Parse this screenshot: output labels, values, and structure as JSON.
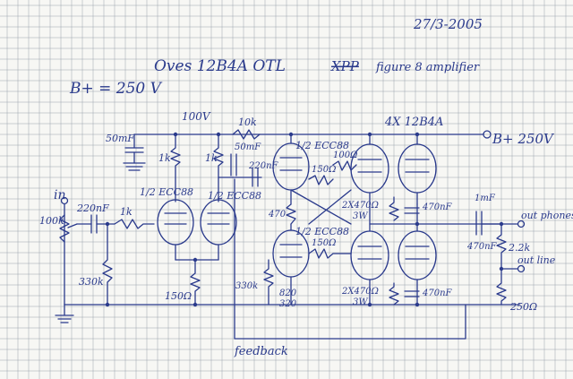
{
  "header": {
    "date": "27/3-2005",
    "title": "Oves 12B4A OTL",
    "struck_word": "XPP",
    "title_tail": "figure 8 amplifier",
    "supply_note": "B+ = 250 V"
  },
  "supply": {
    "rail_label": "B+ 250V",
    "tube_set": "4X 12B4A",
    "node_voltage": "100V"
  },
  "labels": {
    "input": "in",
    "feedback": "feedback",
    "out_phones": "out phones",
    "out_line": "out line",
    "tube_v1a": "1/2 ECC88",
    "tube_v1b": "1/2 ECC88",
    "tube_v2a": "1/2 ECC88",
    "tube_v2b": "1/2 ECC88"
  },
  "components": {
    "pot_in": "100k",
    "cap_in": "220nF",
    "r_grid_stop": "1k",
    "r_grid_leak": "330k",
    "r_cathode": "150Ω",
    "cap_supply": "50mF",
    "r_plate1": "1k",
    "r_plate2": "1k",
    "r_feed": "10k",
    "cap_decouple": "50mF",
    "cap_couple": "220nF",
    "r_pi_470": "470",
    "r_pi_150": "150Ω",
    "r_pi_100": "100Ω",
    "r_pi_b": "150Ω",
    "r_lower_330": "330k",
    "r_lower_820": "820",
    "r_lower_320": "320",
    "r_out_upper": "2X470Ω",
    "r_out_upper_w": "3W",
    "r_out_lower": "2X470Ω",
    "r_out_lower_w": "3W",
    "cap_out_upper": "470nF",
    "cap_out_lower": "470nF",
    "cap_out": "1mF",
    "cap_out_b": "470nF",
    "r_out_22k": "2.2k",
    "r_out_250": "250Ω"
  }
}
